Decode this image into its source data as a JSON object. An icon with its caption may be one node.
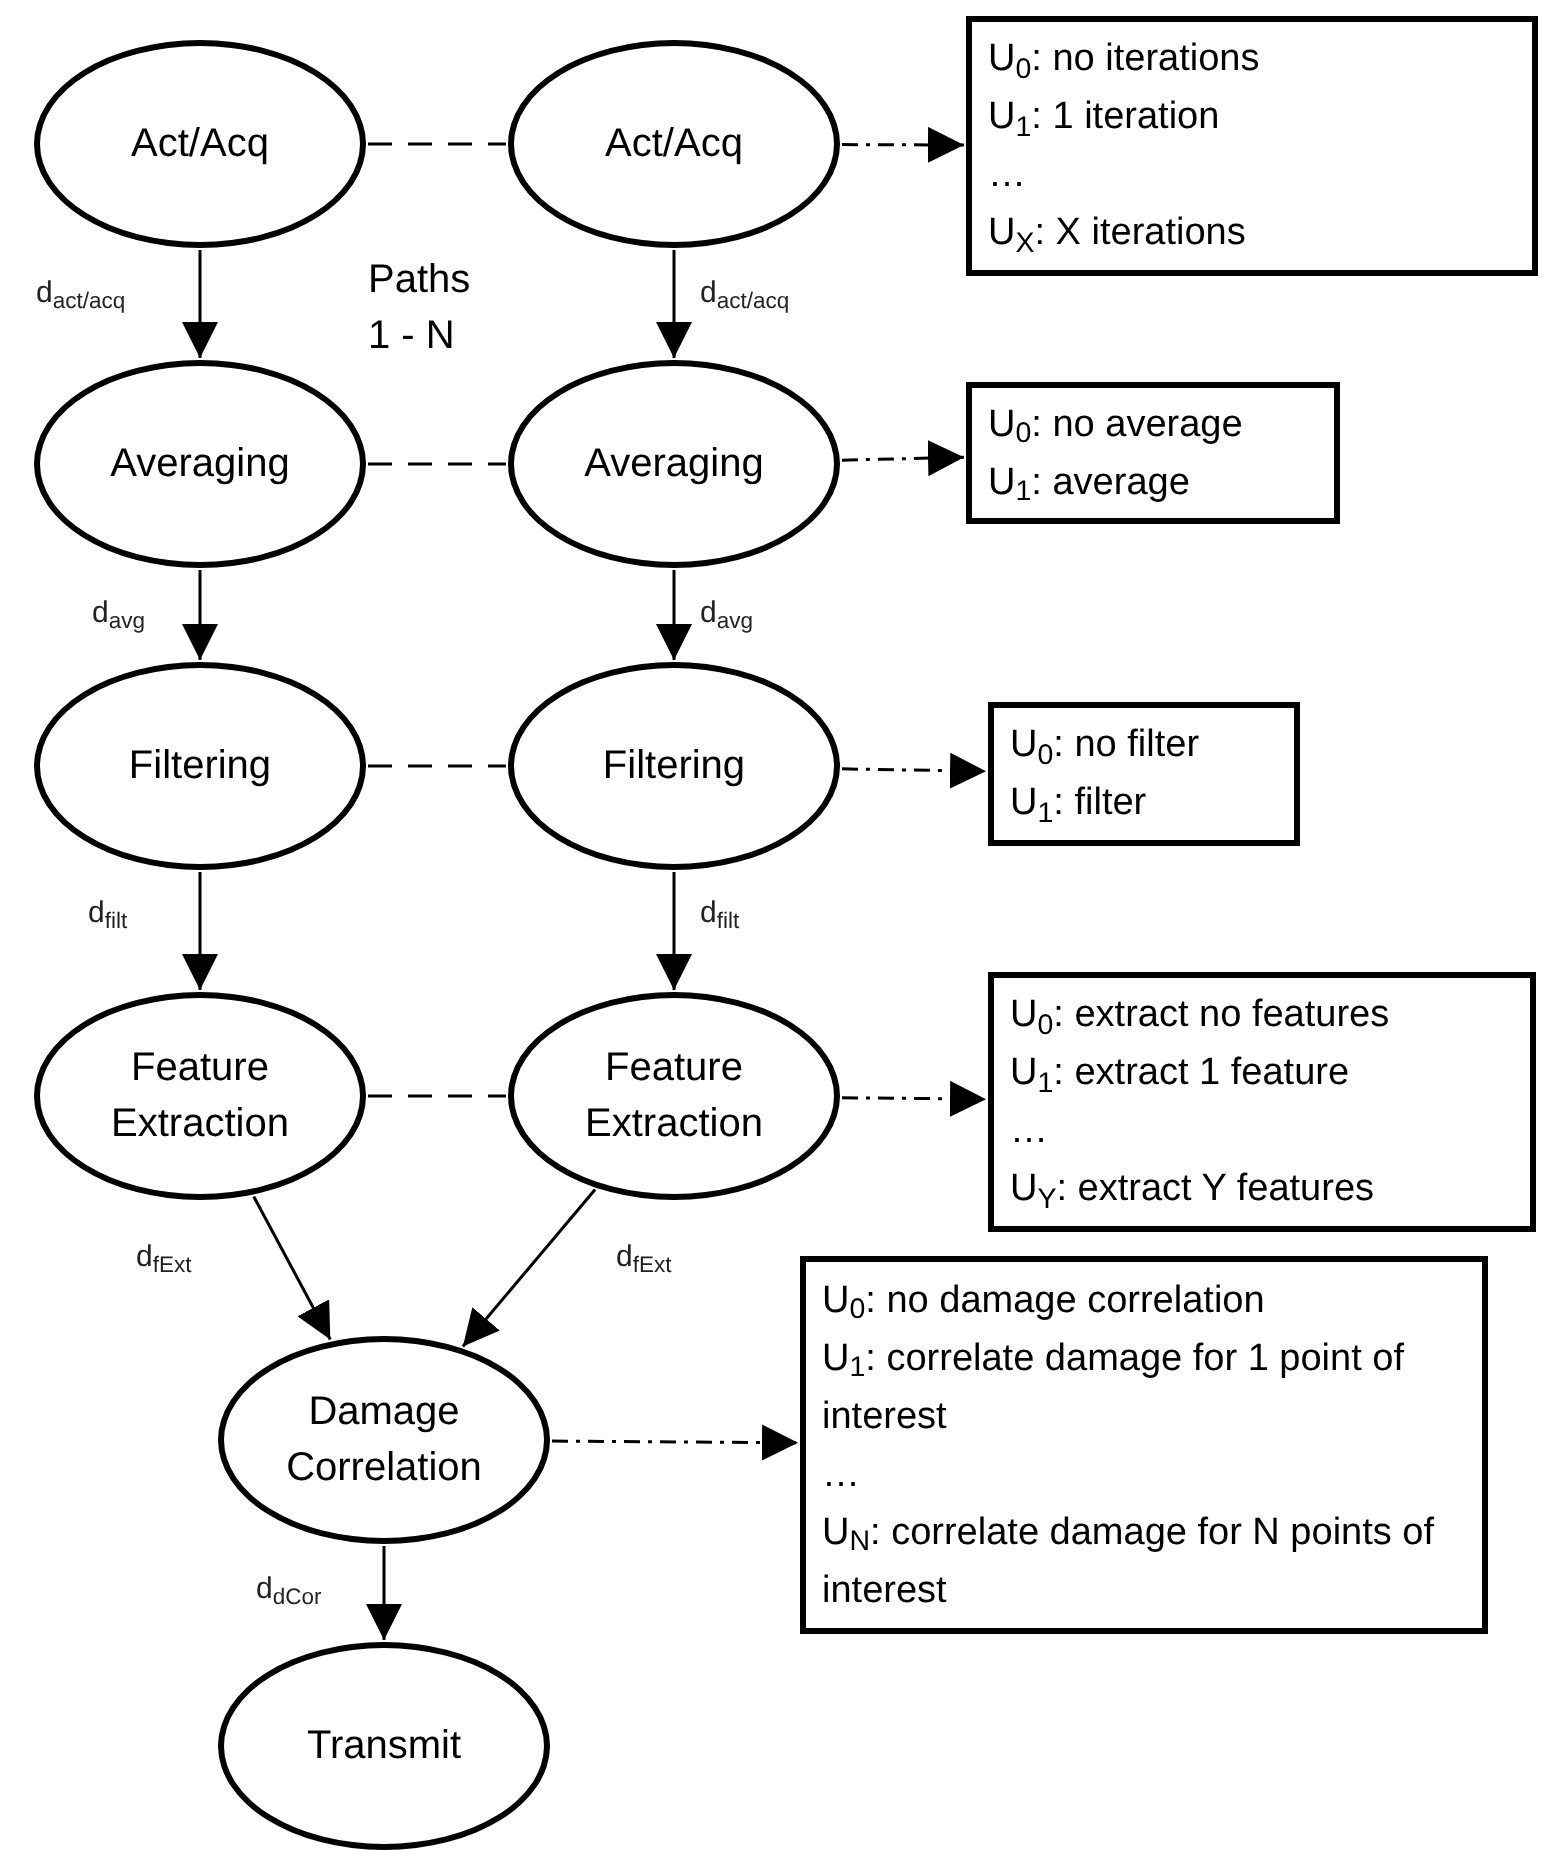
{
  "diagram": {
    "nodes": [
      {
        "text": [
          "Act/Acq"
        ]
      },
      {
        "text": [
          "Act/Acq"
        ]
      },
      {
        "text": [
          "U$_{0}$: no iterations",
          "U$_{1}$: 1 iteration",
          "…",
          "U$_{X}$: X iterations"
        ]
      },
      {
        "text": [
          "Averaging"
        ]
      },
      {
        "text": [
          "Averaging"
        ]
      },
      {
        "text": [
          "U$_{0}$: no average",
          "U$_{1}$: average"
        ]
      },
      {
        "text": [
          "Filtering"
        ]
      },
      {
        "text": [
          "Filtering"
        ]
      },
      {
        "text": [
          "U$_{0}$: no filter",
          "U$_{1}$: filter"
        ]
      },
      {
        "text": [
          "Feature Extraction"
        ]
      },
      {
        "text": [
          "Feature Extraction"
        ]
      },
      {
        "text": [
          "U$_{0}$: extract no features",
          "U$_{1}$: extract 1 feature",
          "…",
          "U$_{Y}$: extract Y features"
        ]
      },
      {
        "text": [
          "Damage Correlation"
        ]
      },
      {
        "text": [
          "U$_{0}$: no damage correlation",
          "U$_{1}$: correlate damage for 1 point of interest",
          "…",
          "U$_{N}$: correlate damage for N points of interest"
        ]
      },
      {
        "text": [
          "Transmit"
        ]
      }
    ],
    "edges": [
      {
        "from": 0,
        "to": 1,
        "arrow": "none",
        "style": "dashed"
      },
      {
        "from": 1,
        "to": 2,
        "arrow": "to",
        "style": "dashed"
      },
      {
        "from": 0,
        "to": 3,
        "arrow": "to",
        "label": "d$_{act/acq}$"
      },
      {
        "from": 1,
        "to": 4,
        "arrow": "to",
        "label": "d$_{act/acq}$"
      },
      {
        "from": 3,
        "to": 4,
        "arrow": "none",
        "style": "dashed"
      },
      {
        "from": 4,
        "to": 5,
        "arrow": "to",
        "style": "dashed"
      },
      {
        "from": 3,
        "to": 6,
        "arrow": "to",
        "label": "d$_{avg}$"
      },
      {
        "from": 4,
        "to": 7,
        "arrow": "to",
        "label": "d$_{avg}$"
      },
      {
        "from": 6,
        "to": 7,
        "arrow": "none",
        "style": "dashed"
      },
      {
        "from": 7,
        "to": 8,
        "arrow": "to",
        "style": "dashed"
      },
      {
        "from": 6,
        "to": 9,
        "arrow": "to",
        "label": "d$_{filt}$"
      },
      {
        "from": 7,
        "to": 10,
        "arrow": "to",
        "label": "d$_{filt}$"
      },
      {
        "from": 9,
        "to": 10,
        "arrow": "none",
        "style": "dashed"
      },
      {
        "from": 10,
        "to": 11,
        "arrow": "to",
        "style": "dashed"
      },
      {
        "from": 9,
        "to": 12,
        "arrow": "to",
        "label": "d$_{fExt}$"
      },
      {
        "from": 10,
        "to": 12,
        "arrow": "to",
        "label": "d$_{fExt}$"
      },
      {
        "from": 12,
        "to": 13,
        "arrow": "to",
        "style": "dashed"
      },
      {
        "from": 12,
        "to": 14,
        "arrow": "to",
        "label": "d$_{dCor}$"
      }
    ],
    "labels": [
      "Paths 1 - N"
    ]
  }
}
